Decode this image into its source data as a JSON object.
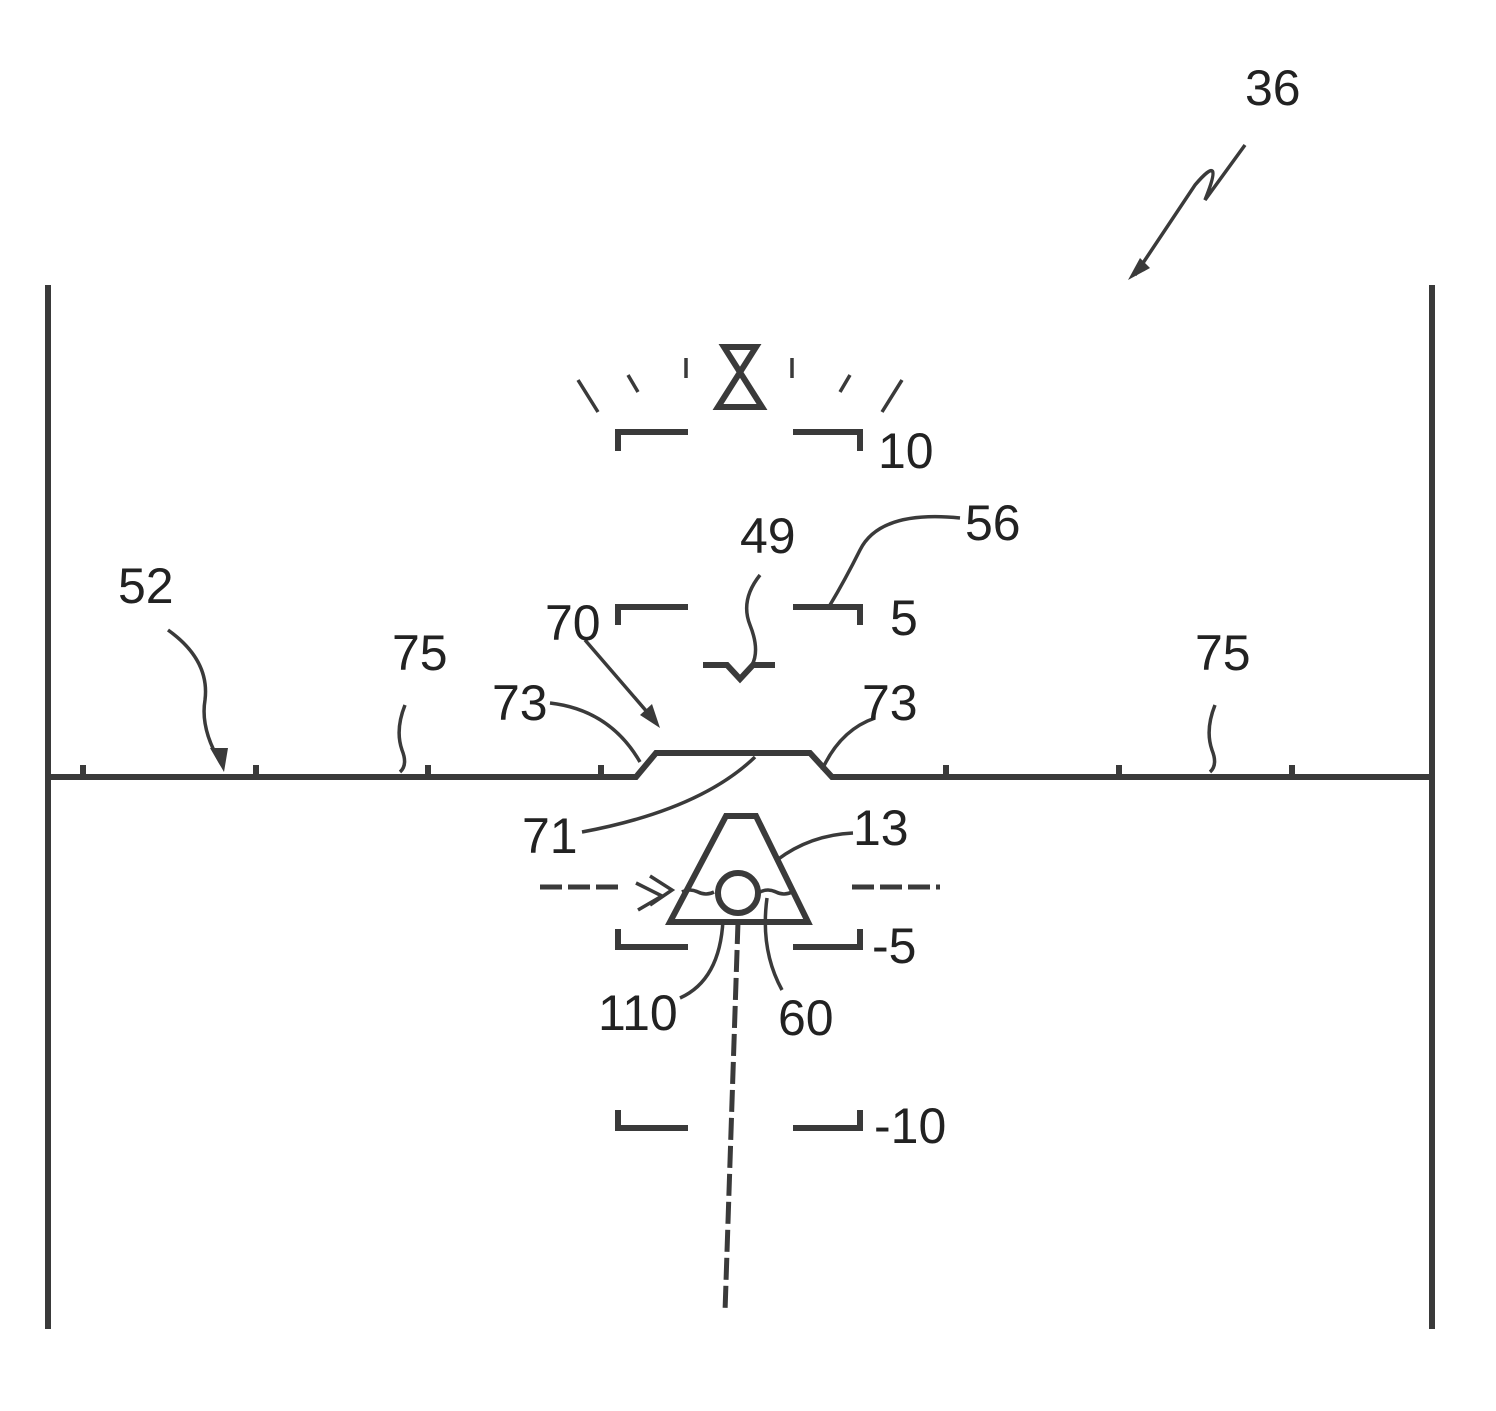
{
  "figure": {
    "ref_display": "36",
    "pitch_labels": {
      "p10": "10",
      "p5": "5",
      "m5": "-5",
      "m10": "-10"
    },
    "refs": {
      "flight_path_marker": "49",
      "pitch_bar": "56",
      "horizon": "52",
      "horizon_tick_left": "75",
      "horizon_tick_right": "75",
      "raised_segment": "70",
      "ramp_left": "73",
      "ramp_right": "73",
      "flat_segment": "71",
      "aircraft_symbol": "13",
      "target_marker": "110",
      "circle_marker": "60"
    }
  }
}
